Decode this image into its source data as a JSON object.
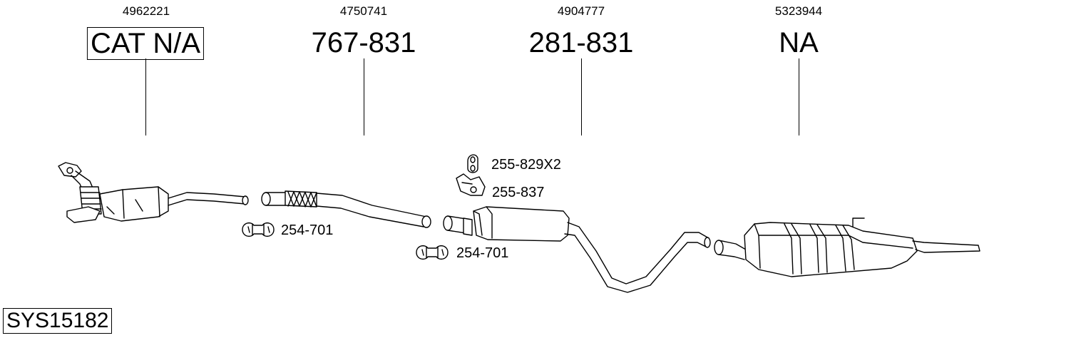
{
  "columns": [
    {
      "oem": "4962221",
      "part": "CAT N/A"
    },
    {
      "oem": "4750741",
      "part": "767-831"
    },
    {
      "oem": "4904777",
      "part": "281-831"
    },
    {
      "oem": "5323944",
      "part": "NA"
    }
  ],
  "fittings": {
    "rubber_mount": "255-829X2",
    "bracket": "255-837",
    "clamp_1": "254-701",
    "clamp_2": "254-701"
  },
  "system_code": "SYS15182"
}
